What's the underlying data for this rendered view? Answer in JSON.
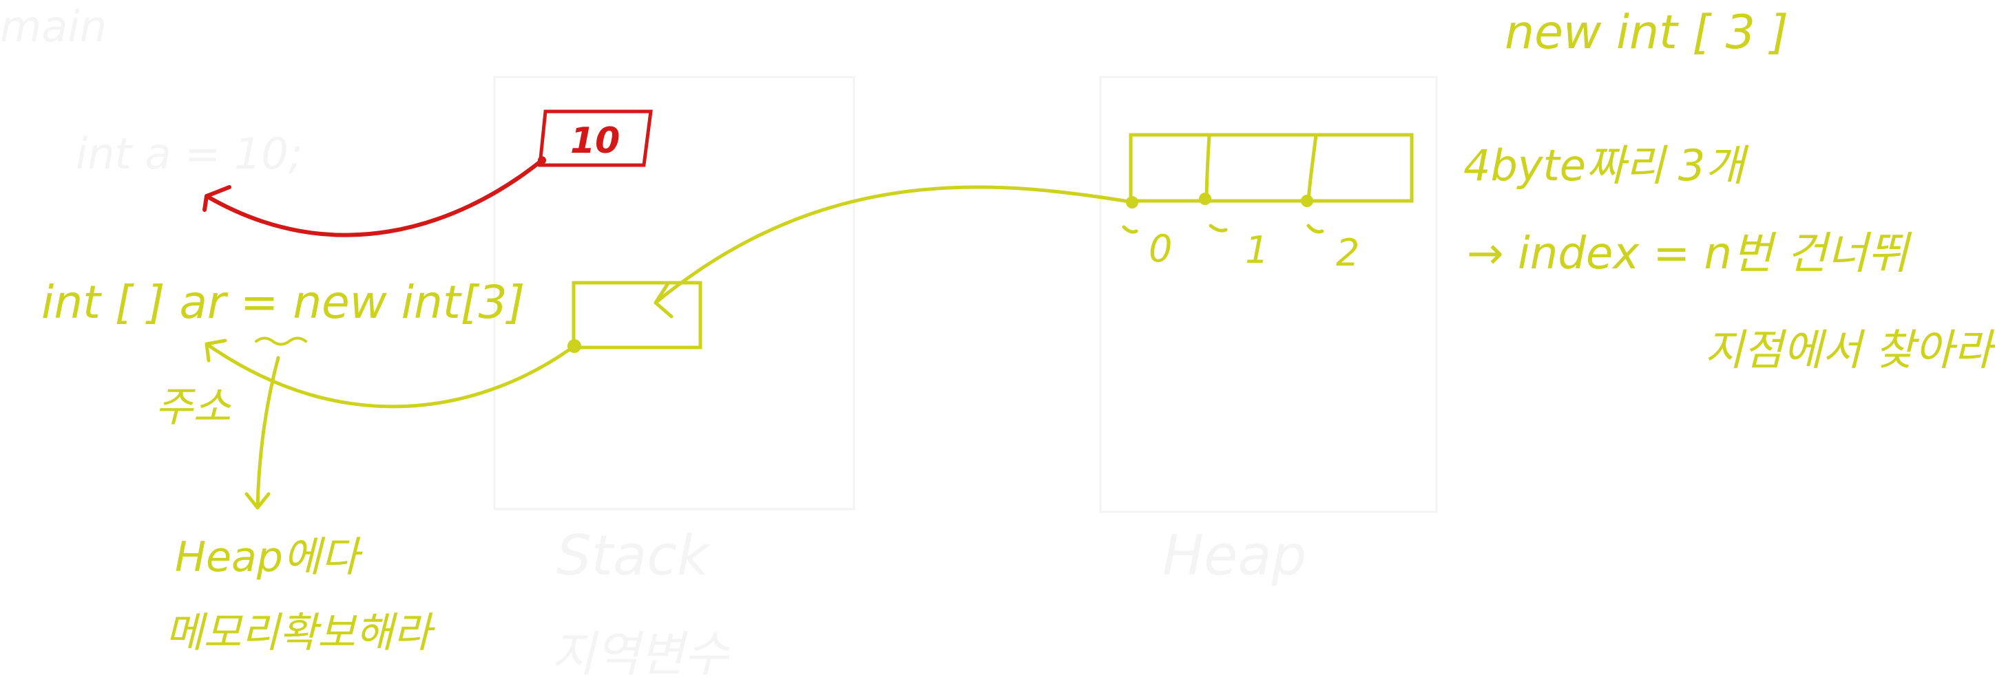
{
  "colors": {
    "accent": "#cdd21c",
    "highlight": "#d41818",
    "faint": "#f4f4f4"
  },
  "faint_text": {
    "main": "main",
    "code_a": "int a = 10;",
    "stack_title": "Stack",
    "stack_subtitle": "지역변수",
    "heap_title": "Heap"
  },
  "code": {
    "declaration": "int [ ] ar = new int[3]",
    "address_note": "주소",
    "heap_note_line1": "Heap에다",
    "heap_note_line2": "메모리확보해라"
  },
  "value_box": {
    "value": "10"
  },
  "array_notes": {
    "expr": "new int [ 3 ]",
    "size": "4byte짜리 3개",
    "index_rule": "→ index = n번 건너뛰",
    "index_rule_2": "지점에서 찾아라."
  },
  "array_cells": {
    "indices": [
      "0",
      "1",
      "2"
    ]
  }
}
